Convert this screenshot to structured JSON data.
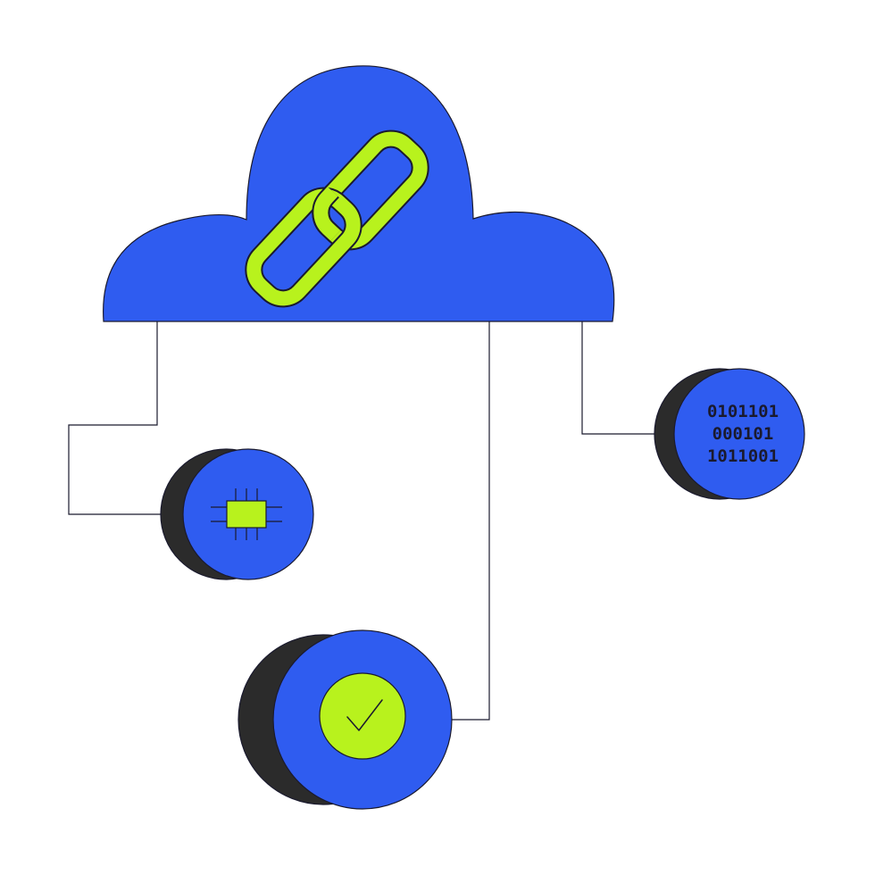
{
  "colors": {
    "background": "#ffffff",
    "primary_blue": "#2f5cf0",
    "accent_green": "#b8f21d",
    "outline": "#1a1a2e",
    "coin_shadow": "#2b2b2b"
  },
  "nodes": {
    "cloud": {
      "icon": "chain-link-icon"
    },
    "chip_node": {
      "icon": "chip-icon"
    },
    "binary_node": {
      "icon": "binary-data-icon",
      "lines": [
        "0101101",
        "000101",
        "1011001"
      ]
    },
    "check_node": {
      "icon": "checkmark-icon"
    }
  }
}
